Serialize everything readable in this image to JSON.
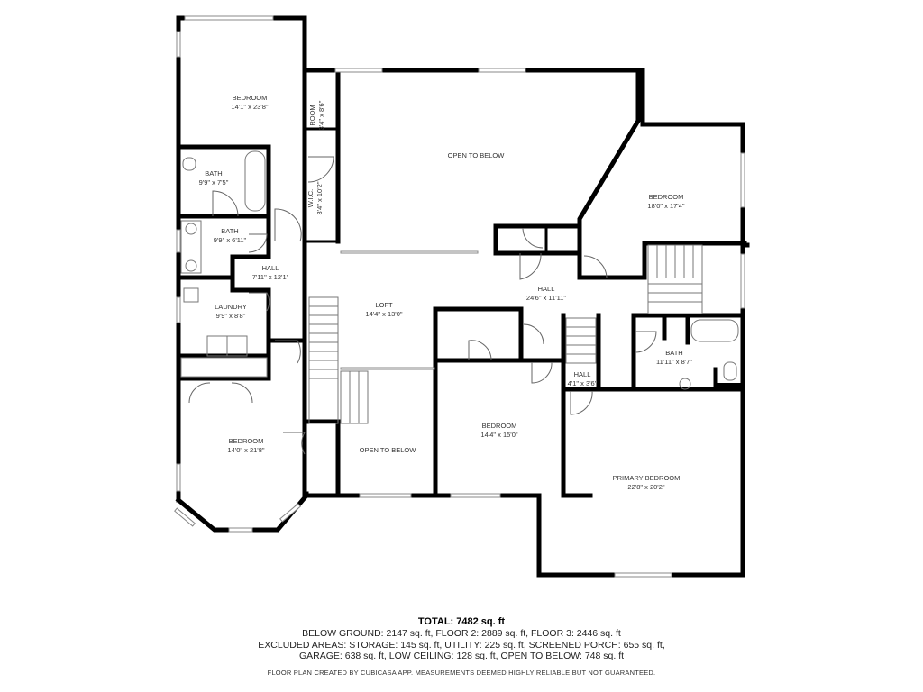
{
  "rooms": [
    {
      "id": "bedroom-nw",
      "name": "BEDROOM",
      "dims": "14'1\" x 23'8\""
    },
    {
      "id": "room",
      "name": "ROOM",
      "dims": "3'4\" x 8'6\""
    },
    {
      "id": "wic",
      "name": "W.I.C.",
      "dims": "3'4\" x 10'2\""
    },
    {
      "id": "bath-1",
      "name": "BATH",
      "dims": "9'9\" x 7'5\""
    },
    {
      "id": "bath-2",
      "name": "BATH",
      "dims": "9'9\" x 6'11\""
    },
    {
      "id": "hall-west",
      "name": "HALL",
      "dims": "7'11\" x 12'1\""
    },
    {
      "id": "laundry",
      "name": "LAUNDRY",
      "dims": "9'9\" x 8'8\""
    },
    {
      "id": "open-to-below-north",
      "name": "OPEN TO BELOW",
      "dims": ""
    },
    {
      "id": "bedroom-ne",
      "name": "BEDROOM",
      "dims": "18'0\" x 17'4\""
    },
    {
      "id": "loft",
      "name": "LOFT",
      "dims": "14'4\" x 13'0\""
    },
    {
      "id": "hall-central",
      "name": "HALL",
      "dims": "24'6\" x 11'11\""
    },
    {
      "id": "bath-3",
      "name": "BATH",
      "dims": "11'11\" x 8'7\""
    },
    {
      "id": "hall-small",
      "name": "HALL",
      "dims": "4'1\" x 3'6\""
    },
    {
      "id": "bedroom-sw",
      "name": "BEDROOM",
      "dims": "14'0\" x 21'8\""
    },
    {
      "id": "open-to-below-south",
      "name": "OPEN TO BELOW",
      "dims": ""
    },
    {
      "id": "bedroom-center",
      "name": "BEDROOM",
      "dims": "14'4\" x 15'0\""
    },
    {
      "id": "primary-bedroom",
      "name": "PRIMARY BEDROOM",
      "dims": "22'8\" x 20'2\""
    }
  ],
  "footer": {
    "total": "TOTAL: 7482 sq. ft",
    "line1": "BELOW GROUND: 2147 sq. ft, FLOOR 2: 2889 sq. ft, FLOOR 3: 2446 sq. ft",
    "line2": "EXCLUDED AREAS: STORAGE: 145 sq. ft, UTILITY: 225 sq. ft, SCREENED PORCH: 655 sq. ft,",
    "line3": "GARAGE: 638 sq. ft, LOW CEILING: 128 sq. ft, OPEN TO BELOW: 748 sq. ft",
    "disclaimer": "FLOOR PLAN CREATED BY CUBICASA APP. MEASUREMENTS DEEMED HIGHLY RELIABLE BUT NOT GUARANTEED."
  },
  "colors": {
    "wall": "#000000",
    "background": "#ffffff",
    "fixture": "#777777"
  }
}
